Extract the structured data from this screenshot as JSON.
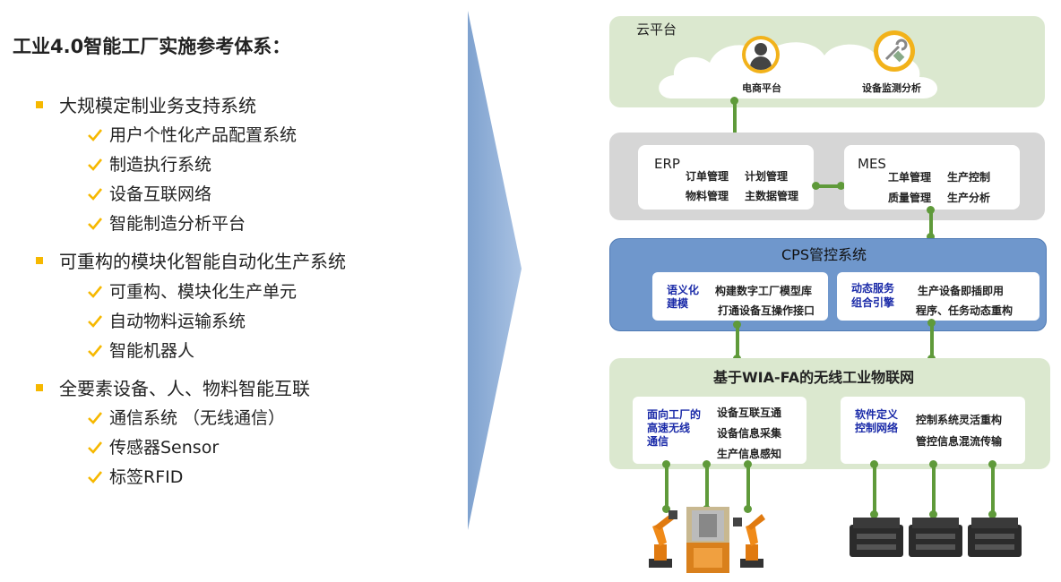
{
  "left": {
    "title": "工业4.0智能工厂实施参考体系：",
    "groups": [
      {
        "label": "大规模定制业务支持系统",
        "items": [
          "用户个性化产品配置系统",
          "制造执行系统",
          "设备互联网络",
          "智能制造分析平台"
        ]
      },
      {
        "label": "可重构的模块化智能自动化生产系统",
        "items": [
          "可重构、模块化生产单元",
          "自动物料运输系统",
          "智能机器人"
        ]
      },
      {
        "label": "全要素设备、人、物料智能互联",
        "items": [
          "通信系统 （无线通信）",
          "传感器Sensor",
          "标签RFID"
        ]
      }
    ]
  },
  "cloud": {
    "title": "云平台",
    "items": [
      {
        "label": "电商平台",
        "icon": "user-icon"
      },
      {
        "label": "设备监测分析",
        "icon": "tools-icon"
      }
    ]
  },
  "erp": {
    "name": "ERP",
    "items": [
      "订单管理",
      "计划管理",
      "物料管理",
      "主数据管理"
    ]
  },
  "mes": {
    "name": "MES",
    "items": [
      "工单管理",
      "生产控制",
      "质量管理",
      "生产分析"
    ]
  },
  "cps": {
    "title": "CPS管控系统",
    "left_tag": [
      "语义化",
      "建模"
    ],
    "left_items": [
      "构建数字工厂模型库",
      "打通设备互操作接口"
    ],
    "right_tag": [
      "动态服务",
      "组合引擎"
    ],
    "right_items": [
      "生产设备即插即用",
      "程序、任务动态重构"
    ]
  },
  "iot": {
    "title": "基于WIA-FA的无线工业物联网",
    "left_tag": [
      "面向工厂的",
      "高速无线",
      "通信"
    ],
    "left_items": [
      "设备互联互通",
      "设备信息采集",
      "生产信息感知"
    ],
    "right_tag": [
      "软件定义",
      "控制网络"
    ],
    "right_items": [
      "控制系统灵活重构",
      "管控信息混流传输"
    ]
  },
  "colors": {
    "bullet": "#f6b800",
    "check": "#f6b800",
    "connector": "#5f9a3a",
    "cps_blue": "#6f97cc",
    "tag_blue": "#1a2aa8",
    "green_panel": "#dbe8cf"
  }
}
